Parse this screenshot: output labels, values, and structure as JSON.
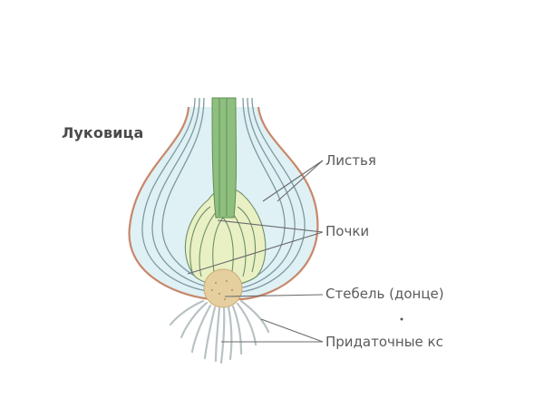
{
  "diagram": {
    "title": "Луковица",
    "labels": {
      "leaves": "Листья",
      "buds": "Почки",
      "stem": "Стебель (донце)",
      "roots": "Придаточные кс"
    },
    "colors": {
      "outer_skin": "#c9876a",
      "leaf_scale_fill": "#dff1f5",
      "leaf_lines": "#7d9aa0",
      "inner_bud": "#e9f0c3",
      "green_core": "#8fbf7f",
      "base_disc": "#e6cf9e",
      "roots": "#b9c2c4",
      "leader_lines": "#6a6a6a",
      "text": "#555555"
    }
  }
}
